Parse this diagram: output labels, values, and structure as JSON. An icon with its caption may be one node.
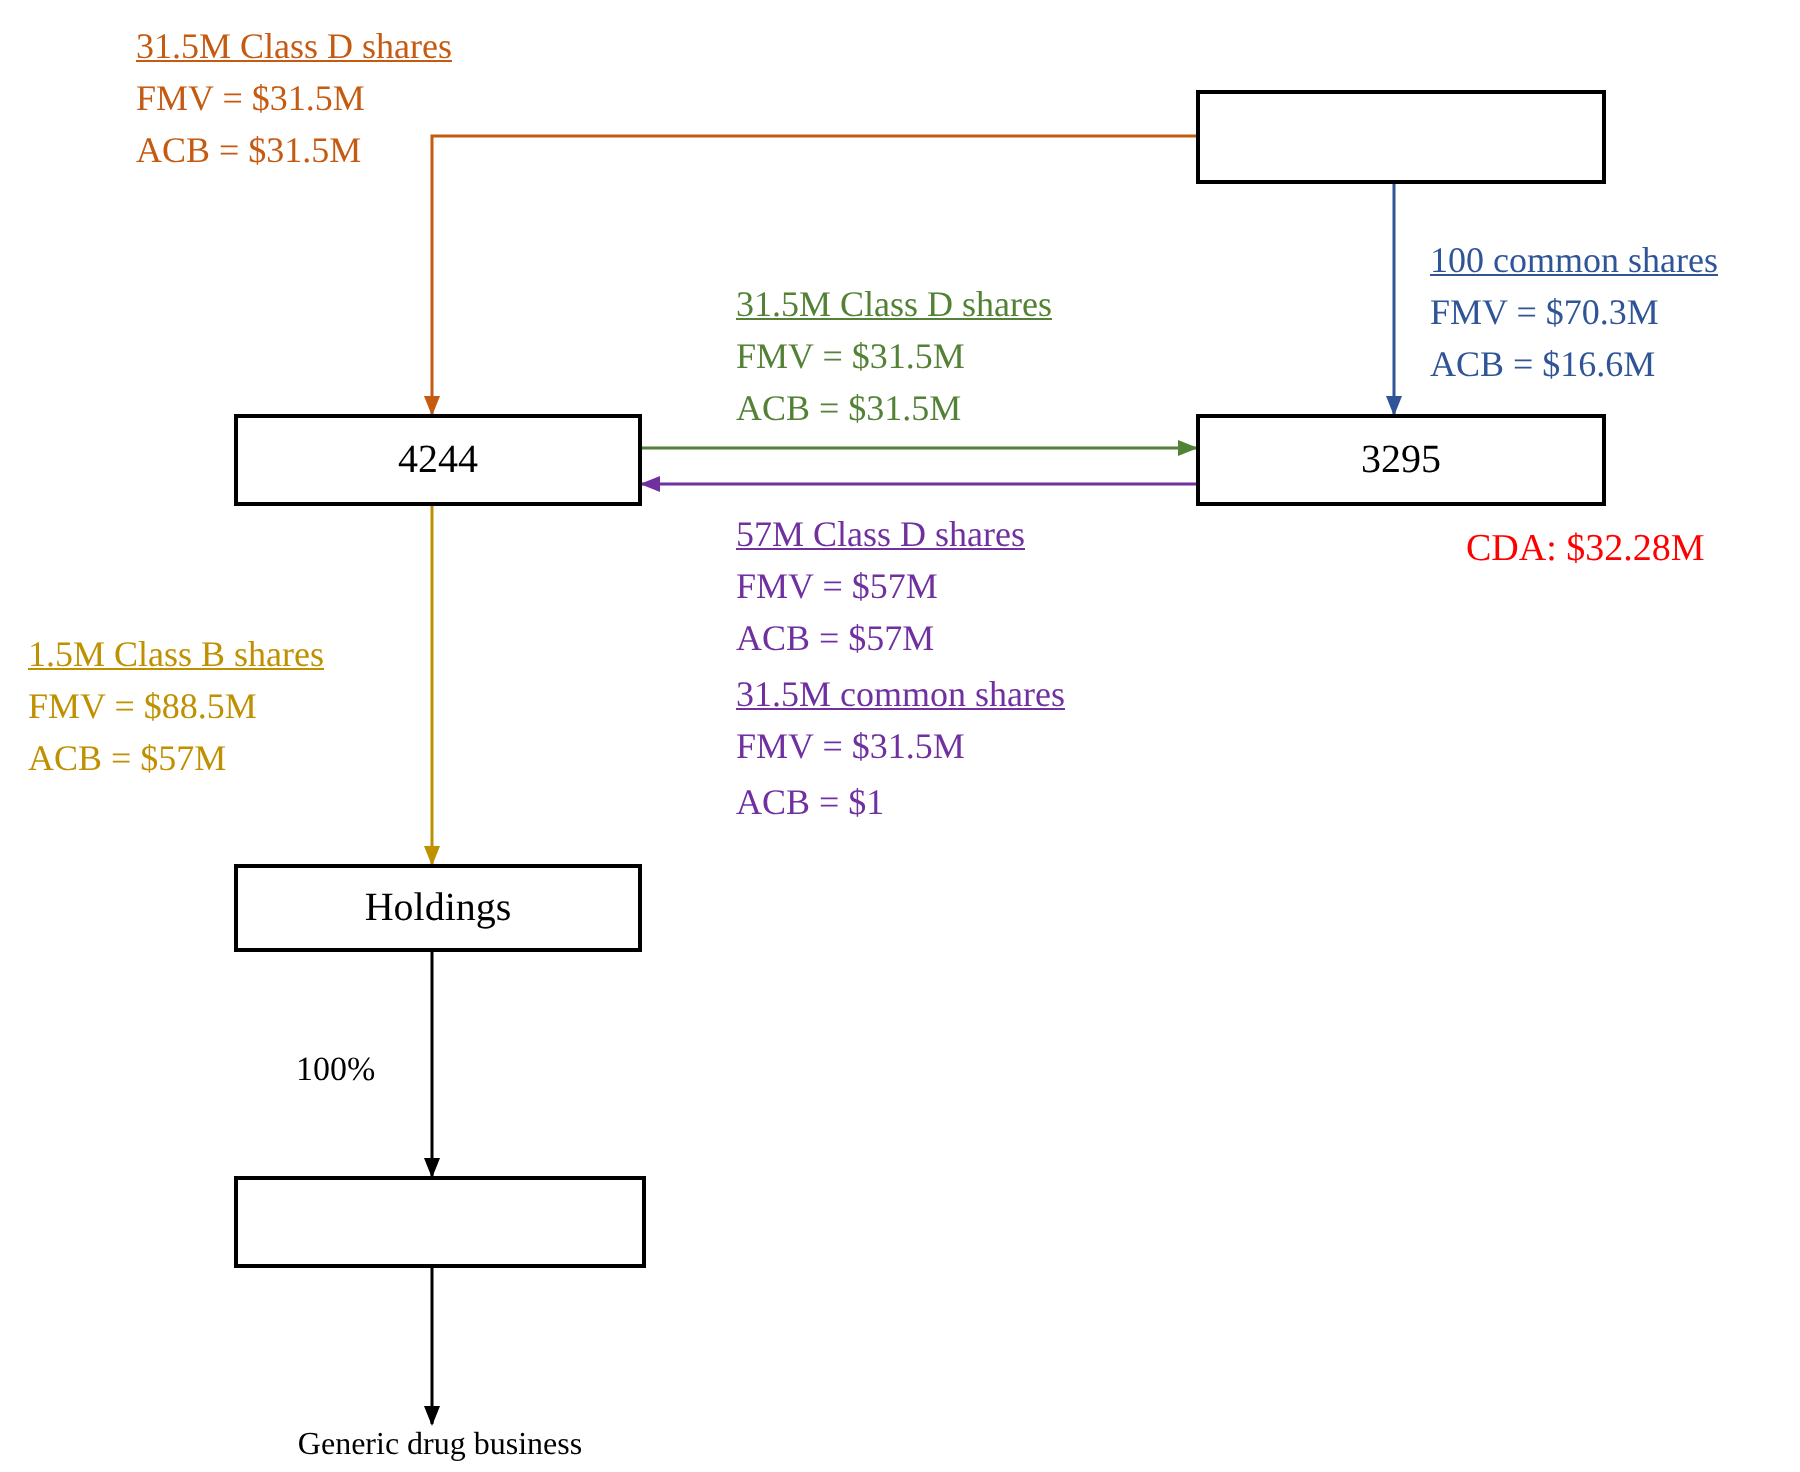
{
  "diagram": {
    "nodes": [
      {
        "text": [],
        "shape": "box"
      },
      {
        "text": [
          "4244"
        ]
      },
      {
        "text": [
          "3295"
        ],
        "beside": [
          "CDA: $32.28M"
        ]
      },
      {
        "text": [
          "Holdings"
        ]
      },
      {
        "text": [],
        "shape": "box"
      },
      {
        "text": [
          "Generic drug business"
        ]
      }
    ],
    "edges": [
      {
        "from": 0,
        "to": 1,
        "arrow": "to",
        "color": "#c55a11"
      },
      {
        "from": 0,
        "to": 2,
        "arrow": "to",
        "color": "#2f5597"
      },
      {
        "from": 1,
        "to": 2,
        "arrow": "to",
        "color": "#538135"
      },
      {
        "from": 2,
        "to": 1,
        "arrow": "to",
        "color": "#7030a0"
      },
      {
        "from": 1,
        "to": 3,
        "arrow": "to",
        "color": "#bf9000"
      },
      {
        "from": 3,
        "to": 4,
        "arrow": "to",
        "label": "100%"
      },
      {
        "from": 4,
        "to": 5,
        "arrow": "to"
      }
    ],
    "labels": [
      "31.5M Class D shares",
      "FMV = $31.5M",
      "ACB = $31.5M",
      "100 common shares",
      "FMV = $70.3M",
      "ACB = $16.6M",
      "31.5M Class D shares",
      "FMV = $31.5M",
      "ACB = $31.5M",
      "57M Class D shares",
      "FMV = $57M",
      "ACB = $57M",
      "31.5M common shares",
      "FMV = $31.5M",
      "ACB = $1",
      "1.5M Class B shares",
      "FMV = $88.5M",
      "ACB = $57M"
    ]
  }
}
